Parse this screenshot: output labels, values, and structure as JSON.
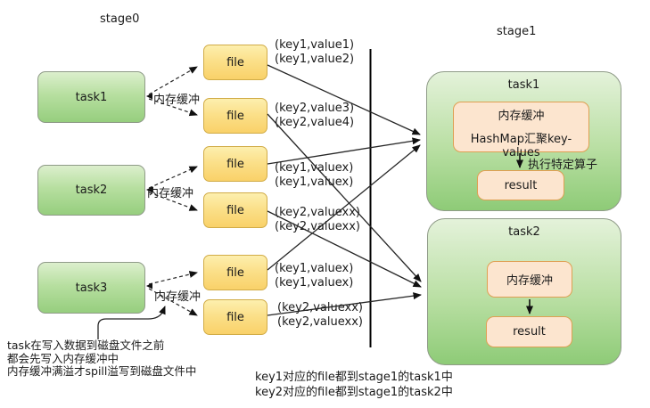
{
  "stages": {
    "stage0_label": "stage0",
    "stage1_label": "stage1"
  },
  "stage0": {
    "memory_buffer_label": "内存缓冲",
    "tasks": [
      {
        "label": "task1"
      },
      {
        "label": "task2"
      },
      {
        "label": "task3"
      }
    ],
    "files": [
      {
        "label": "file",
        "kv_lines": [
          "(key1,value1)",
          "(key1,value2)"
        ]
      },
      {
        "label": "file",
        "kv_lines": [
          "(key2,value3)",
          "(key2,value4)"
        ]
      },
      {
        "label": "file",
        "kv_lines": [
          "(key1,valuex)",
          "(key1,valuex)"
        ]
      },
      {
        "label": "file",
        "kv_lines": [
          "(key2,valuexx)",
          "(key2,valuexx)"
        ]
      },
      {
        "label": "file",
        "kv_lines": [
          "(key1,valuex)",
          "(key1,valuex)"
        ]
      },
      {
        "label": "file",
        "kv_lines": [
          "(key2,valuexx)",
          "(key2,valuexx)"
        ]
      }
    ]
  },
  "stage1": {
    "task1": {
      "title": "task1",
      "buffer_title": "内存缓冲",
      "buffer_detail": "HashMap汇聚key-values",
      "operator_note": "执行特定算子",
      "result_label": "result"
    },
    "task2": {
      "title": "task2",
      "buffer_title": "内存缓冲",
      "result_label": "result"
    }
  },
  "annotations": {
    "spill_note_lines": [
      "task在写入数据到磁盘文件之前",
      "都会先写入内存缓冲中",
      "内存缓冲满溢才spill溢写到磁盘文件中"
    ],
    "routing_note_lines": [
      "key1对应的file都到stage1的task1中",
      "key2对应的file都到stage1的task2中"
    ]
  },
  "colors": {
    "task_green_top": "#dcefcd",
    "task_green_bottom": "#96ce7e",
    "green_border": "#8f9b88",
    "file_yellow_top": "#fdefae",
    "file_yellow_bottom": "#f9d169",
    "file_border": "#d1ac47",
    "buffer_peach_fill": "#fce5cf",
    "buffer_peach_border": "#df9f52",
    "line_color": "#262626"
  }
}
